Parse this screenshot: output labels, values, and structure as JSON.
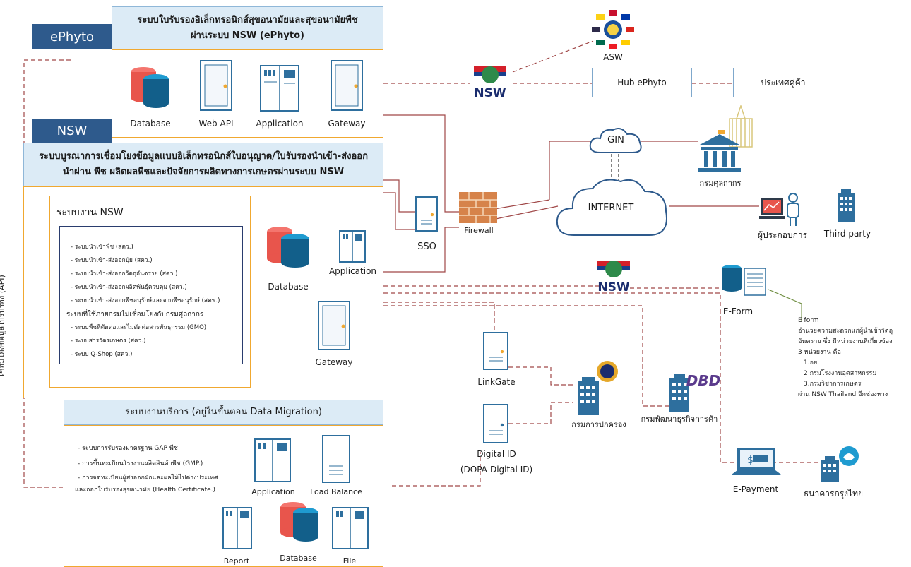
{
  "ephyto": {
    "tag": "ePhyto",
    "title": "ระบบใบรับรองอิเล็กทรอนิกส์สุขอนามัยและสุขอนามัยพืช",
    "subtitle": "ผ่านระบบ NSW (ePhyto)",
    "database": "Database",
    "web_api": "Web API",
    "application": "Application",
    "gateway": "Gateway"
  },
  "nsw": {
    "tag": "NSW",
    "title": "ระบบบูรณาการเชื่อมโยงข้อมูลแบบอิเล็กทรอนิกส์ใบอนุญาต/ใบรับรองนำเข้า-ส่งออก",
    "subtitle": "นำผ่าน พืช ผลิตผลพืชและปัจจัยการผลิตทางการเกษตรผ่านระบบ NSW",
    "system_title": "ระบบงาน NSW",
    "items": [
      "- ระบบนำเข้าพืช (สคว.)",
      "- ระบบนำเข้า-ส่งออกปุ๋ย (สคว.)",
      "- ระบบนำเข้า-ส่งออกวัตถุอันตราย (สคว.)",
      "- ระบบนำเข้า-ส่งออกผลิตพันธุ์ควบคุม (สคว.)",
      "- ระบบนำเข้า-ส่งออกพืชอนุรักษ์และจากพืชอนุรักษ์ (สคพ.)",
      "ระบบที่ใช้ภายกรมไม่เชื่อมโยงกับกรมศุลกากร",
      "- ระบบพืชที่ตัดต่อและไม่ตัดต่อสารพันธุกรรม (GMO)",
      "- ระบบสารวัตรเกษตร (สคว.)",
      "- ระบบ Q-Shop (สคว.)"
    ],
    "database": "Database",
    "application": "Application",
    "gateway": "Gateway"
  },
  "service": {
    "title": "ระบบงานบริการ  (อยู่ในขั้นตอน Data Migration)",
    "items": [
      "- ระบบการรับรองมาตรฐาน GAP พืช",
      "- การขึ้นทะเบียนโรงงานผลิตสินค้าพืช (GMP.)",
      "- การจดทะเบียนผู้ส่งออกผักและผลไม้ไปต่างประเทศ",
      "และออกใบรับรองสุขอนามัย (Health Certificate.)"
    ],
    "application": "Application",
    "load_balance": "Load Balance",
    "report": "Report",
    "database": "Database",
    "file": "File"
  },
  "side_label": "เชื่อมโยงข้อมูลใบรับรอง (API)",
  "nodes": {
    "sso": "SSO",
    "firewall": "Firewall",
    "gin": "GIN",
    "internet": "INTERNET",
    "asw": "ASW",
    "hub": "Hub ePhyto",
    "partner": "ประเทศคู่ค้า",
    "customs": "กรมศุลกากร",
    "operator": "ผู้ประกอบการ",
    "third_party": "Third party",
    "eform": "E-Form",
    "linkgate": "LinkGate",
    "digital_id": "Digital ID",
    "digital_id_sub": "(DOPA-Digital ID)",
    "dopa": "กรมการปกครอง",
    "dbd": "กรมพัฒนาธุรกิจการค้า",
    "epayment": "E-Payment",
    "ktb": "ธนาคารกรุงไทย",
    "nsw_logo": "NSW",
    "dbd_logo": "DBD"
  },
  "eform_note": {
    "title": "E form",
    "lines": [
      "อำนวยความสะดวกแก่ผู้นำเข้าวัตถุ",
      "อันตราย ซึ่ง มีหน่วยงานที่เกี่ยวข้อง",
      "3 หน่วยงาน คือ",
      "1.อย.",
      "2 กรมโรงงานอุตสาหกรรม",
      "3.กรมวิชาการเกษตร",
      "ผ่าน NSW Thailand อีกช่องทาง"
    ]
  },
  "colors": {
    "orange": "#f0a830",
    "blue_head": "#dcebf6",
    "navy": "#2e5a8c",
    "link": "#a04848"
  }
}
